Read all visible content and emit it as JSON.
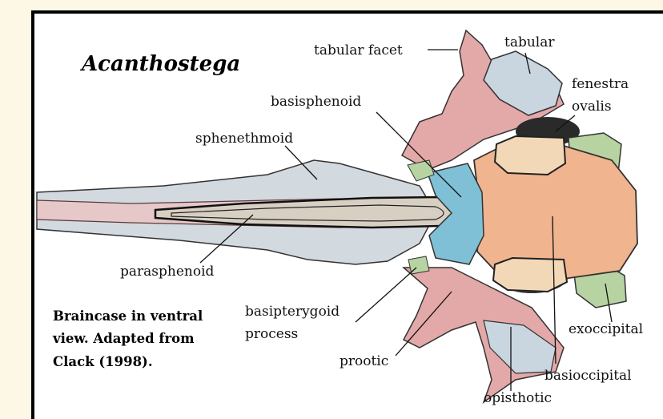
{
  "title": "Acanthostega",
  "caption": {
    "line1": "Braincase in ventral",
    "line2": "view.  Adapted from",
    "line3": "Clack (1998)."
  },
  "labels": {
    "tabular_facet": "tabular facet",
    "tabular": "tabular",
    "fenestra": "fenestra",
    "ovalis": "ovalis",
    "basisphenoid": "basisphenoid",
    "sphenethmoid": "sphenethmoid",
    "parasphenoid": "parasphenoid",
    "basipterygoid": "basipterygoid",
    "process": "process",
    "prootic": "prootic",
    "exoccipital": "exoccipital",
    "basioccipital": "basioccipital",
    "opisthotic": "opisthotic"
  },
  "colors": {
    "pink": "#e3a8a8",
    "blue_gray": "#c9d6e0",
    "blue": "#7fc0d6",
    "tan": "#f0b48e",
    "green": "#b7d3a2",
    "rostrum": "#e6c8c8"
  }
}
